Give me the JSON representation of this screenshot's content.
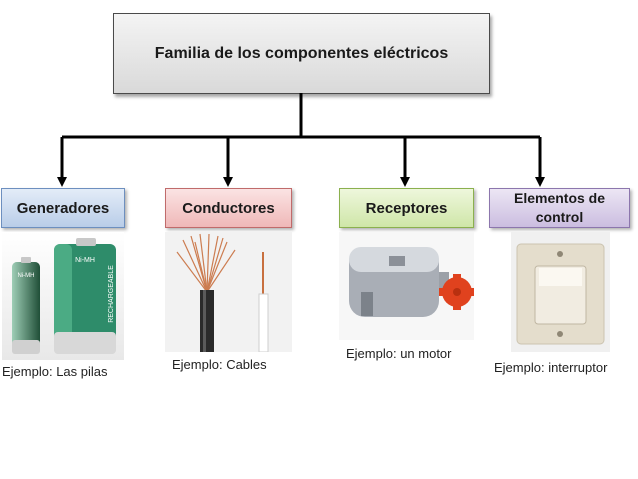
{
  "root": {
    "title": "Familia de los componentes eléctricos"
  },
  "categories": [
    {
      "label": "Generadores",
      "caption": "Ejemplo: Las pilas",
      "color": "#b9cde8",
      "image": "batteries"
    },
    {
      "label": "Conductores",
      "caption": "Ejemplo: Cables",
      "color": "#efb8b8",
      "image": "cables"
    },
    {
      "label": "Receptores",
      "caption": "Ejemplo: un motor",
      "color": "#cfe6a8",
      "image": "motor"
    },
    {
      "label": "Elementos de control",
      "caption": "Ejemplo: interruptor",
      "color": "#cbbde0",
      "image": "switch"
    }
  ],
  "battery_label": {
    "text": "Ni-MH",
    "brand": "RECHARGEABLE"
  },
  "connector_color": "#000000"
}
